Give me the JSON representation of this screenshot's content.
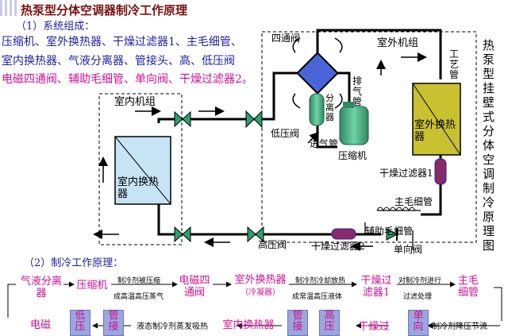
{
  "title": "热泵型分体空调器制冷工作原理",
  "section1": "（1）系统组成：",
  "components": [
    "压缩机、室外换热器、干燥过滤器1、主毛细管、",
    "室内换热器、气液分离器、管接头、高、低压阀",
    "电磁四通阀、辅助毛细管、单向阀、干燥过滤器2。"
  ],
  "side_text": "热泵型挂壁式分体空调制冷原理图",
  "diagram": {
    "indoor_unit": "室内机组",
    "outdoor_unit": "室外机组",
    "four_way_valve": "四通阀",
    "process_tube": "工艺管",
    "separator": "分离器",
    "discharge_pipe": "排气管",
    "outdoor_hx": "室外换热器",
    "indoor_hx": "室内换热器",
    "low_valve": "低压阀",
    "high_valve": "高压阀",
    "suction_pipe": "进气管",
    "compressor": "压缩机",
    "drier1": "干燥过滤器1",
    "main_capillary": "主毛细管",
    "aux_capillary": "辅助毛细管",
    "drier2": "干燥过滤器2",
    "check_valve": "单向阀"
  },
  "section2": "（2）制冷工作原理：",
  "flow": {
    "row1": [
      "气液分离器",
      "压缩机",
      "电磁四通阀",
      "室外换热器",
      "干燥过滤器1",
      "主毛细管"
    ],
    "outdoor_sub": "（冷凝器）",
    "row1_notes": [
      [
        "制冷剂被压缩",
        "成高温高压蒸气"
      ],
      [
        "制冷剂冷却放热",
        "成常温高压液体"
      ],
      [
        "对制冷剂进行",
        "过滤处理"
      ]
    ],
    "row2": [
      "电磁",
      "低压",
      "管接",
      "室内换热器",
      "管接",
      "高压",
      "干燥过",
      "单向"
    ],
    "row2_notes": [
      "液态制冷剂蒸发吸热",
      "制冷剂降压节流"
    ]
  },
  "colors": {
    "title": "#7a1010",
    "blue_text": "#2020a0",
    "magenta": "#d01090",
    "indoor_hx": "#c6e4f5",
    "outdoor_hx": "#c9c12f",
    "green": "#2f9e6e"
  }
}
